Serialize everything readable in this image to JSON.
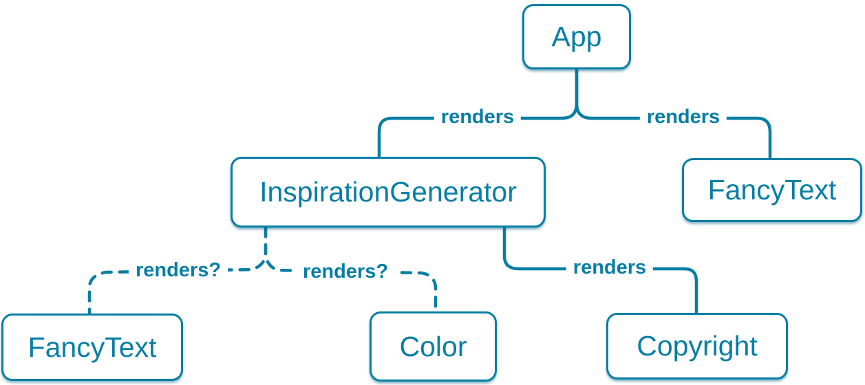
{
  "diagram": {
    "type": "component-render-tree",
    "accent_color": "#087ea4",
    "background_color": "#ffffff",
    "nodes": [
      {
        "id": "app",
        "label": "App"
      },
      {
        "id": "inspiration-generator",
        "label": "InspirationGenerator"
      },
      {
        "id": "fancy-text-top",
        "label": "FancyText"
      },
      {
        "id": "fancy-text-bottom",
        "label": "FancyText"
      },
      {
        "id": "color",
        "label": "Color"
      },
      {
        "id": "copyright",
        "label": "Copyright"
      }
    ],
    "edges": [
      {
        "from": "App",
        "to": "InspirationGenerator",
        "label": "renders",
        "style": "solid"
      },
      {
        "from": "App",
        "to": "FancyText",
        "label": "renders",
        "style": "solid"
      },
      {
        "from": "InspirationGenerator",
        "to": "FancyText",
        "label": "renders?",
        "style": "dashed"
      },
      {
        "from": "InspirationGenerator",
        "to": "Color",
        "label": "renders?",
        "style": "dashed"
      },
      {
        "from": "InspirationGenerator",
        "to": "Copyright",
        "label": "renders",
        "style": "solid"
      }
    ]
  }
}
